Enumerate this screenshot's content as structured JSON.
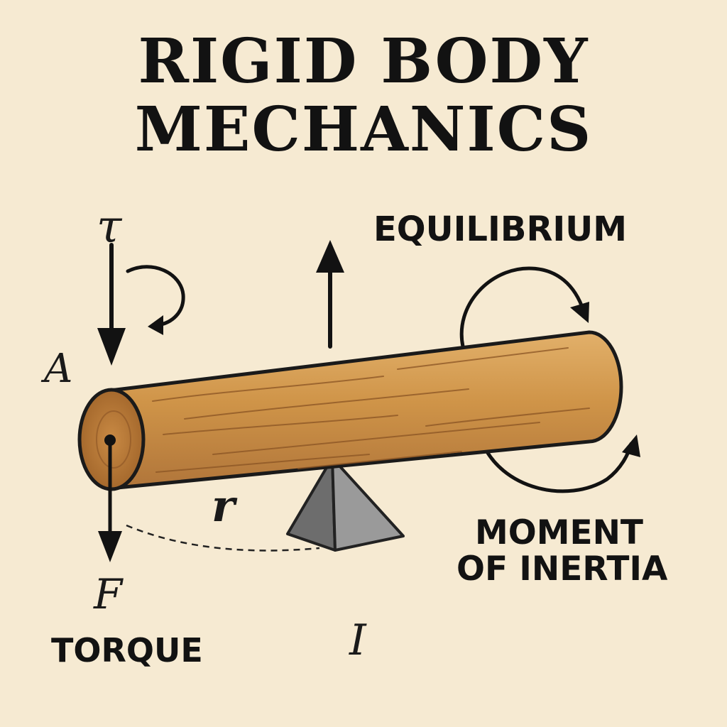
{
  "title": {
    "line1": "RIGID BODY",
    "line2": "MECHANICS"
  },
  "labels": {
    "equilibrium": "EQUILIBRIUM",
    "moment_line1": "MOMENT",
    "moment_line2": "OF INERTIA",
    "torque": "TORQUE"
  },
  "symbols": {
    "tau": "τ",
    "A": "A",
    "r": "r",
    "F": "F",
    "I": "I"
  },
  "colors": {
    "background": "#f6ead2",
    "ink": "#121212",
    "wood_light": "#d7a05a",
    "wood_dark": "#a56a30",
    "fulcrum_light": "#8c8c8c",
    "fulcrum_dark": "#555555"
  }
}
